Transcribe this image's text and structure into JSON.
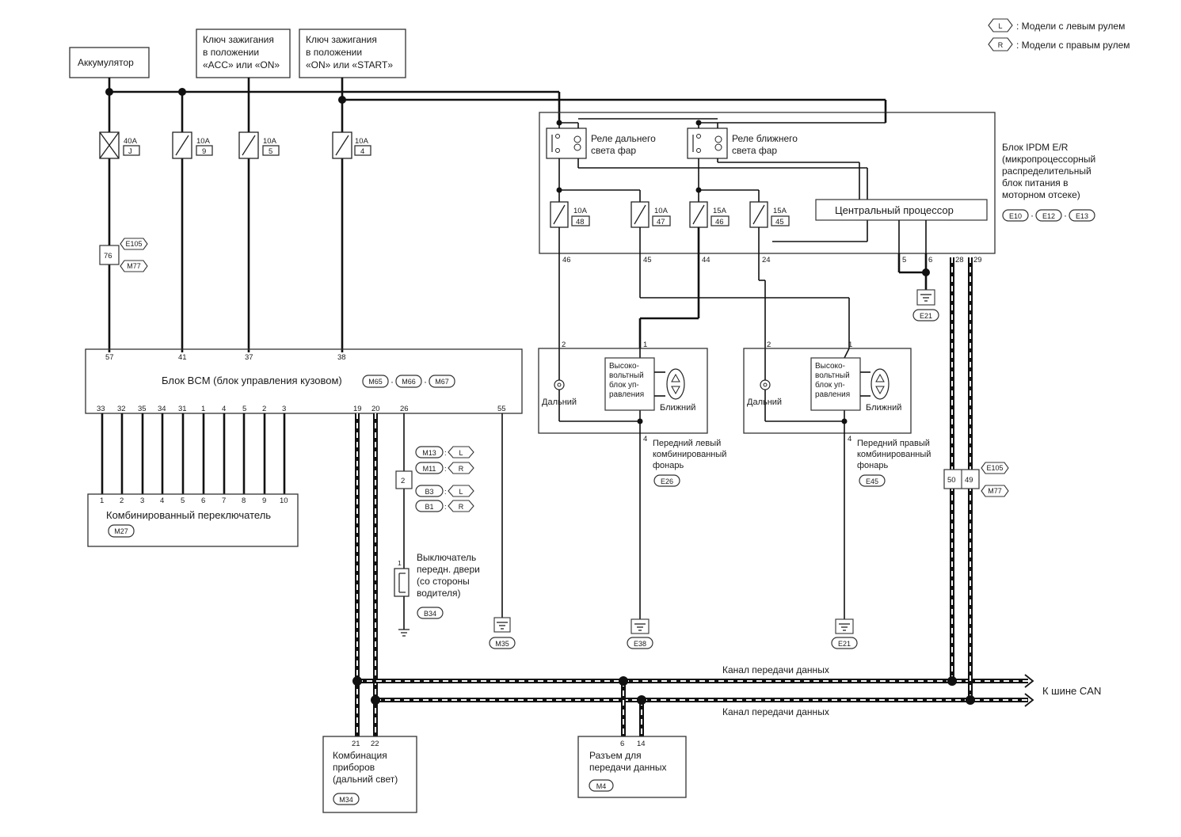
{
  "legend": {
    "left_code": "L",
    "left_text": ": Модели с левым рулем",
    "right_code": "R",
    "right_text": ": Модели с правым рулем"
  },
  "power_sources": {
    "battery": "Аккумулятор",
    "ign_acc_on": [
      "Ключ зажигания",
      "в положении",
      "«ACC» или «ON»"
    ],
    "ign_on_start": [
      "Ключ зажигания",
      "в положении",
      "«ON» или «START»"
    ]
  },
  "fuses_top": [
    {
      "rating": "40A",
      "number": "J"
    },
    {
      "rating": "10A",
      "number": "9"
    },
    {
      "rating": "10A",
      "number": "5"
    },
    {
      "rating": "10A",
      "number": "4"
    }
  ],
  "inline_connector": {
    "pin": "76",
    "codes": [
      "E105",
      "M77"
    ]
  },
  "bcm": {
    "title": "Блок BCM (блок управления кузовом)",
    "connectors": [
      "M65",
      "M66",
      "M67"
    ],
    "top_pins": [
      "57",
      "41",
      "37",
      "38"
    ],
    "bottom_pins_switch": [
      "33",
      "32",
      "35",
      "34",
      "31",
      "1",
      "4",
      "5",
      "2",
      "3"
    ],
    "bottom_pins_other": [
      "19",
      "20",
      "26",
      "55"
    ]
  },
  "combo_switch": {
    "title": "Комбинированный переключатель",
    "pins": [
      "1",
      "2",
      "3",
      "4",
      "5",
      "6",
      "7",
      "8",
      "9",
      "10"
    ],
    "connector": "M27"
  },
  "door_switch": {
    "inline_pin": "2",
    "variants": [
      {
        "conn": "M13",
        "side": "L"
      },
      {
        "conn": "M11",
        "side": "R"
      },
      {
        "conn": "B3",
        "side": "L"
      },
      {
        "conn": "B1",
        "side": "R"
      }
    ],
    "pin": "1",
    "label": [
      "Выключатель",
      "передн. двери",
      "(со стороны",
      "водителя)"
    ],
    "connector": "B34"
  },
  "grounds": [
    "M35",
    "E38",
    "E21",
    "E21"
  ],
  "ipdm": {
    "relay_high": [
      "Реле дальнего",
      "света фар"
    ],
    "relay_low": [
      "Реле ближнего",
      "света фар"
    ],
    "cpu": "Центральный процессор",
    "title": [
      "Блок IPDM E/R",
      "(микропроцессорный",
      "распределительный",
      "блок питания в",
      "моторном отсеке)"
    ],
    "connectors": [
      "E10",
      "E12",
      "E13"
    ],
    "fuses": [
      {
        "rating": "10A",
        "number": "48"
      },
      {
        "rating": "10A",
        "number": "47"
      },
      {
        "rating": "15A",
        "number": "46"
      },
      {
        "rating": "15A",
        "number": "45"
      }
    ],
    "pins_out": [
      "46",
      "45",
      "44",
      "24"
    ],
    "pins_right": [
      "5",
      "6",
      "28",
      "29"
    ]
  },
  "lamp_left": {
    "pins": [
      "2",
      "1",
      "4"
    ],
    "high_label": "Дальний",
    "low_label": "Ближний",
    "ballast": [
      "Высоко-",
      "вольтный",
      "блок уп-",
      "равления"
    ],
    "label": [
      "Передний левый",
      "комбинированный",
      "фонарь"
    ],
    "connector": "E26"
  },
  "lamp_right": {
    "pins": [
      "2",
      "1",
      "4"
    ],
    "high_label": "Дальний",
    "low_label": "Ближний",
    "ballast": [
      "Высоко-",
      "вольтный",
      "блок уп-",
      "равления"
    ],
    "label": [
      "Передний правый",
      "комбинированный",
      "фонарь"
    ],
    "connector": "E45"
  },
  "can_inline": {
    "pins": [
      "50",
      "49"
    ],
    "codes": [
      "E105",
      "M77"
    ]
  },
  "can": {
    "label_top": "Канал передачи данных",
    "label_bottom": "Канал передачи данных",
    "bus": "К шине CAN"
  },
  "meter": {
    "pins": [
      "21",
      "22"
    ],
    "label": [
      "Комбинация",
      "приборов",
      "(дальний свет)"
    ],
    "connector": "M34"
  },
  "dlc": {
    "pins": [
      "6",
      "14"
    ],
    "label": [
      "Разъем для",
      "передачи данных"
    ],
    "connector": "M4"
  }
}
